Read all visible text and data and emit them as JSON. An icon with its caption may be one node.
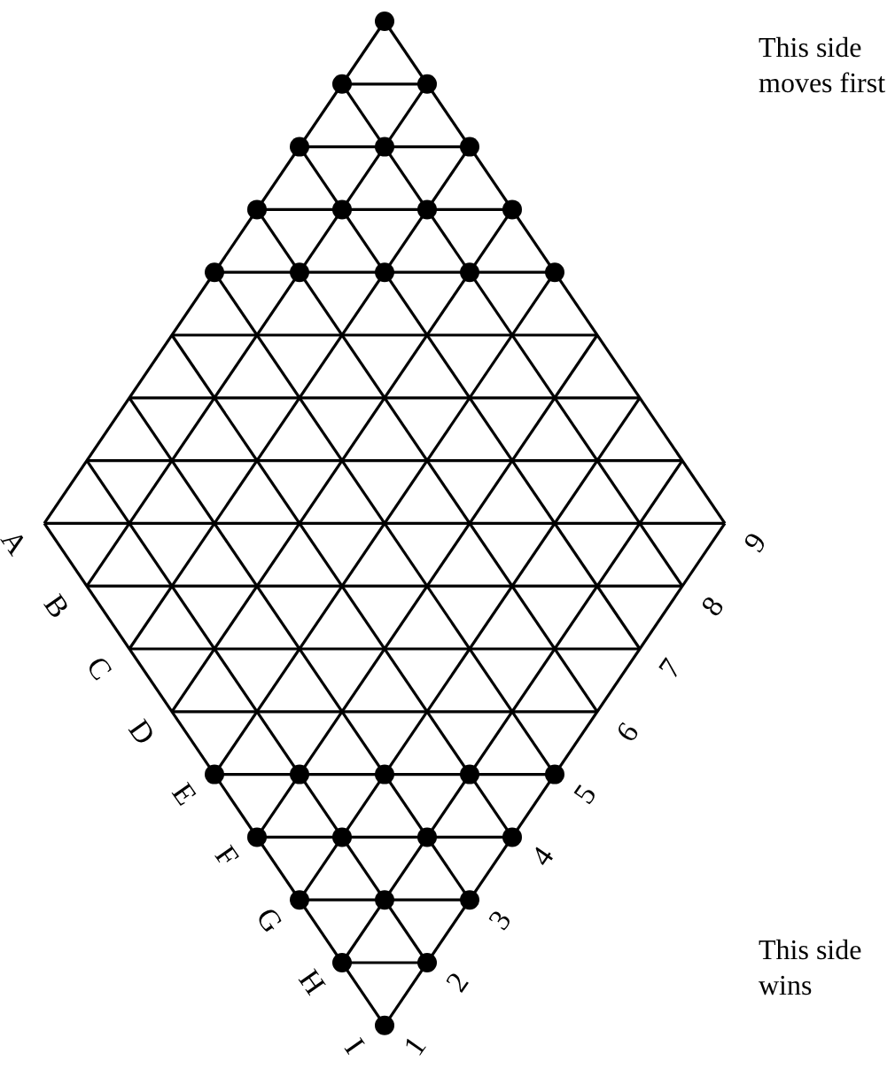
{
  "diagram": {
    "labels": [
      "This side moves first",
      "A",
      "9",
      "B",
      "8",
      "C",
      "7",
      "D",
      "6",
      "E",
      "5",
      "F",
      "4",
      "G",
      "3",
      "H",
      "2",
      "This side wins",
      "I",
      "1"
    ]
  }
}
